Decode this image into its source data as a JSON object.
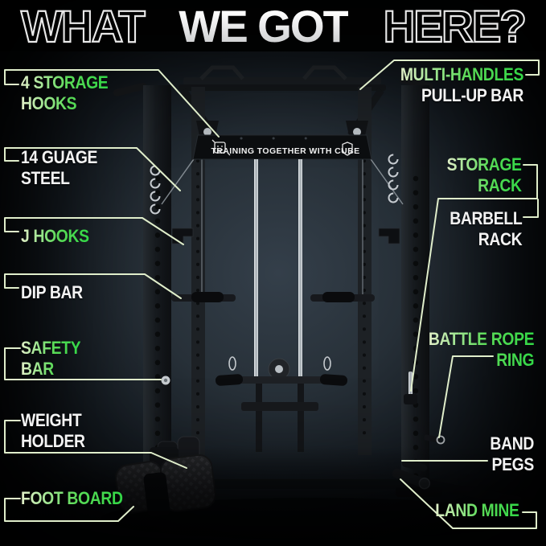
{
  "title": {
    "word1": "WHAT",
    "word2": "WE GOT",
    "word3": "HERE?"
  },
  "machine": {
    "banner_text": "TRAINING TOGETHER WITH CUBE"
  },
  "labels": {
    "left": [
      {
        "id": "storage-hooks",
        "line1": "4 STORAGE",
        "line2": "HOOKS",
        "color": "green"
      },
      {
        "id": "gauge-steel",
        "line1": "14 GUAGE",
        "line2": "STEEL",
        "color": "white"
      },
      {
        "id": "j-hooks",
        "line1": "J HOOKS",
        "color": "green"
      },
      {
        "id": "dip-bar",
        "line1": "DIP BAR",
        "color": "white"
      },
      {
        "id": "safety-bar",
        "line1": "SAFETY",
        "line2": "BAR",
        "color": "green"
      },
      {
        "id": "weight-holder",
        "line1": "WEIGHT",
        "line2": "HOLDER",
        "color": "white"
      },
      {
        "id": "foot-board",
        "line1": "FOOT BOARD",
        "color": "green"
      }
    ],
    "right": [
      {
        "id": "pull-up-bar",
        "line1": "MULTI-HANDLES",
        "line2": "PULL-UP BAR",
        "color1": "green",
        "color2": "white"
      },
      {
        "id": "storage-rack",
        "line1": "STORAGE",
        "line2": "RACK",
        "color": "green"
      },
      {
        "id": "barbell-rack",
        "line1": "BARBELL",
        "line2": "RACK",
        "color": "white"
      },
      {
        "id": "battle-rope-ring",
        "line1": "BATTLE ROPE",
        "line2": "RING",
        "color": "green"
      },
      {
        "id": "band-pegs",
        "line1": "BAND",
        "line2": "PEGS",
        "color": "white"
      },
      {
        "id": "land-mine",
        "line1": "LAND MINE",
        "color": "green"
      }
    ]
  },
  "colors": {
    "accent_green": "#3ed64b",
    "callout_line": "#e0eecb",
    "text_white": "#f3f3f3",
    "background": "#06080a"
  }
}
